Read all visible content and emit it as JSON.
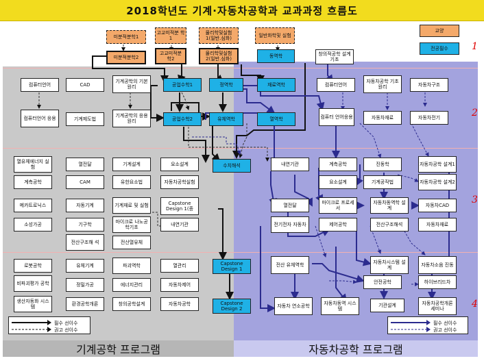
{
  "title": "2018학년도 기계·자동차공학과 교과과정 흐름도",
  "legend_top": {
    "culture": "교양",
    "major_required": "전공필수"
  },
  "row_numbers": [
    "1",
    "2",
    "3",
    "4"
  ],
  "programs": {
    "mechanical": "기계공학 프로그램",
    "automotive": "자동차공학 프로그램"
  },
  "legend_bottom": {
    "mech": {
      "required": "필수 선이수",
      "recommended": "권고 선이수"
    },
    "auto": {
      "required": "필수 선이수",
      "recommended": "권고 선이수"
    }
  },
  "courses": {
    "calc1": "미분적분학1",
    "calc2": "미분적분학2",
    "hs_phys1": "고교미적분 학1",
    "hs_phys2": "고교미적분 학2",
    "gen_phys_lab1": "물리학및실험 1(일반.심화)",
    "gen_phys_lab2": "물리학및실험 2(일반.심화)",
    "gen_chem_lab": "일반화학및 실험",
    "dynamics": "동역학",
    "creative_design": "창의적공학 설계기초",
    "r1_computer": "컴퓨터언어",
    "r1_cad": "CAD",
    "r1_mech_eng": "기계공학의 기본원리",
    "r1_math1": "공업수학1",
    "r1_statics": "정역학",
    "r1_materials": "재료역학",
    "r1_computer_b": "컴퓨터언어",
    "r1_auto_basics": "자동차공학 기초원리",
    "r1_auto_struct": "자동차구조",
    "r2_comp_prog": "컴퓨터언어 응용",
    "r2_mech_draw": "기계제도법",
    "r2_mech_adv": "기계공학의 응용원리",
    "r2_math2": "공업수학2",
    "r2_fluid": "유체역학",
    "r2_thermo": "열역학",
    "r2_comp_prog_b": "컴퓨터 언어응용",
    "r2_auto_std": "자동차재료",
    "r2_auto_elec": "자동차전기",
    "r3_energy": "열유체에너지 실험",
    "r3_heat": "열전달",
    "r3_manufact": "기계설계",
    "r3_elements": "요소설계",
    "r3_num_anal": "수치해석",
    "r3_internal": "내연기관",
    "r3_mech_lab": "계측공학",
    "r3_vibration": "진동학",
    "r3_auto_design1": "자동차공학 설계1",
    "r3_measure": "계측공학",
    "r3_cam": "CAM",
    "r3_fem": "유한요소법",
    "r3_auto_ex": "자동차공학실험",
    "r3_elements_b": "요소설계",
    "r3_mech_prog": "기계공작법",
    "r3_auto_design2": "자동차공학 설계2",
    "r4_mechatronics": "메카트로닉스",
    "r4_auto_mach": "자동기계",
    "r4_materials2": "기계재료 및 실험",
    "r4_capstone_mech": "Capstone Design 1(종",
    "r4_heat_b": "열전달",
    "r4_microproc": "마이크로 프로세서",
    "r4_auto_sim": "자동차동역학 설계",
    "r4_auto_cad": "자동차CAD",
    "r4_solid_lab": "소성가공",
    "r4_mech_sys": "기구학",
    "r4_micro_sensor": "마이크로 나노공학기초",
    "r4_internal_b": "내연기관",
    "r4_auto_elec2": "전기전자 자동차",
    "r4_control": "제어공학",
    "r4_auto_struct2": "전산구조해석",
    "r4_auto_mat": "자동차재료",
    "r5_comp_struct": "전산구조해 석",
    "r5_comp_fluid": "전산열유체",
    "r6_robot_ctrl": "로봇공학",
    "r6_fluid_mach": "유체기계",
    "r6_fail_anal": "파괴역학",
    "r6_heat_b": "열관리",
    "r6_capstone1": "Capstone Design 1",
    "r6_comp_fluid_auto": "전산 유체역학",
    "r6_auto_sys": "자동차시스템 설계",
    "r6_auto_noise": "자동차소음 진동",
    "r7_fem_b": "비파괴평가 공학",
    "r7_precision": "정밀가공",
    "r7_energy_mgmt": "에너지관리",
    "r7_auto_ctrl": "자동차제어",
    "r7_auto_safety": "안전공학",
    "r7_auto_eng2": "하이브리드차",
    "r8_robot": "생산자동화 시스템",
    "r8_env": "환경공학개론",
    "r8_hybrid": "창의공학설계",
    "r8_auto_eng3": "자동차공학",
    "r8_capstone2": "Capstone Design 2",
    "r8_auto_comp": "자동차 연소공학",
    "r8_auto_dyn": "자동차동역 시스템",
    "r8_engine": "기관설계",
    "r8_auto_future": "자동차공학개론 세미나"
  }
}
